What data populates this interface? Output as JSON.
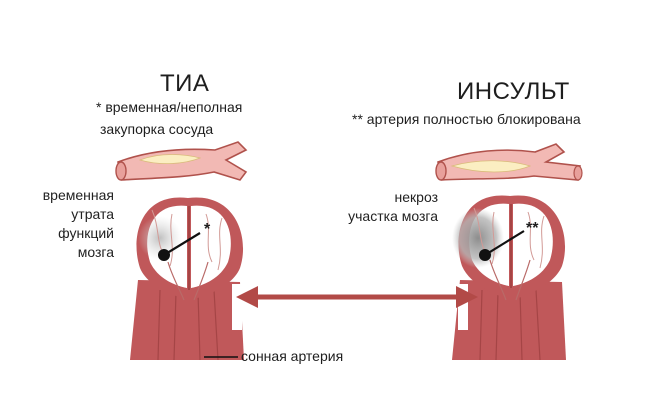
{
  "left": {
    "title": "ТИА",
    "note_line1": "* временная/неполная",
    "note_line2": "закупорка сосуда",
    "label_lines": [
      "временная",
      "утрата",
      "функций",
      "мозга"
    ],
    "marker": "*"
  },
  "right": {
    "title": "ИНСУЛЬТ",
    "note": "** артерия полностью блокирована",
    "label_lines": [
      "некроз",
      "участка мозга"
    ],
    "marker": "**"
  },
  "carotid_label": "сонная артерия",
  "colors": {
    "vessel": "#f2b9b4",
    "vessel_outline": "#b0524c",
    "plaque": "#fbeec2",
    "neck": "#c0585a",
    "brain_outline": "#9e3d3d",
    "arrow": "#b24a47",
    "ischemia": "#c9c9c9",
    "necrosis": "#9a9a9a"
  }
}
